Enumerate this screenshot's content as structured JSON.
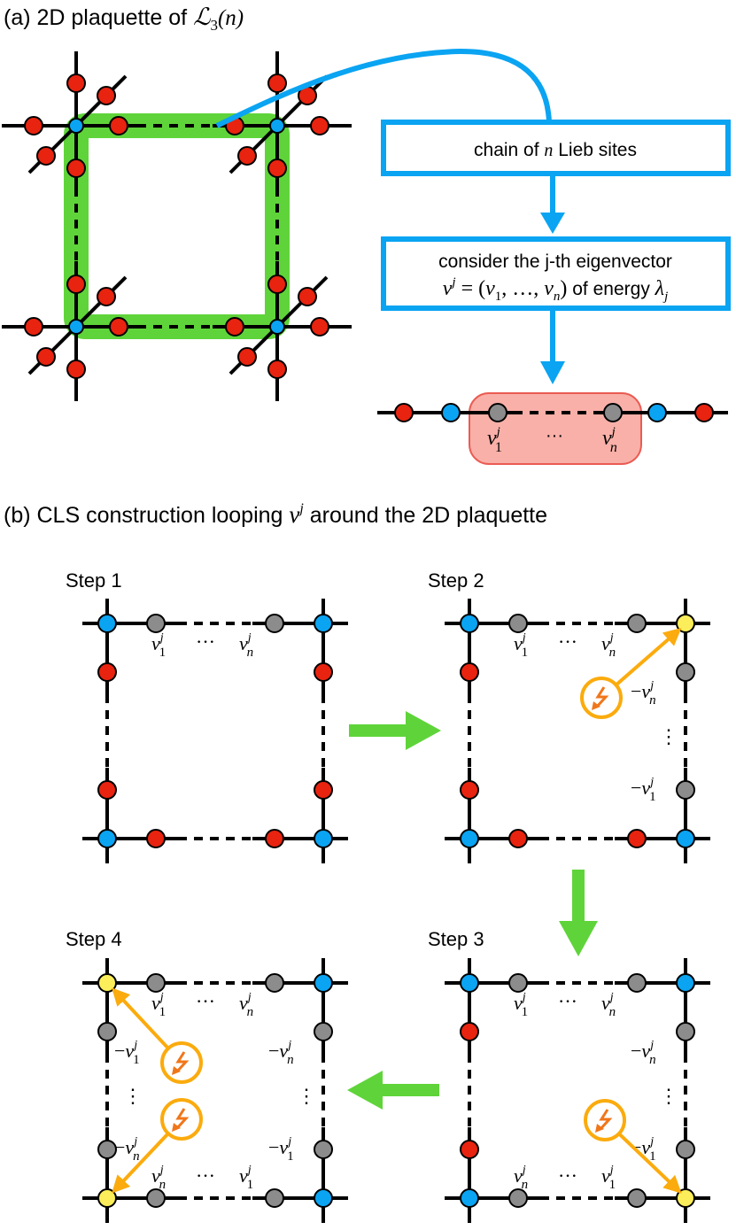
{
  "colors": {
    "green": "#5fd43a",
    "blue": "#0aa4f2",
    "red_site": "#e8230f",
    "blue_site": "#0aa4f2",
    "gray_site": "#8c8c8c",
    "yellow_site": "#fbee5a",
    "orange": "#fbab0d",
    "orange_dark": "#f0761a",
    "pink_fill": "#f9b0a8",
    "pink_stroke": "#ea5b52"
  },
  "panel_a": {
    "title_prefix": "(a) 2D plaquette of ",
    "title_symbol": "ℒ",
    "title_sub": "3",
    "title_arg": "(n)",
    "box1": {
      "text_pre": "chain of ",
      "text_var": "n",
      "text_post": " Lieb sites"
    },
    "box2": {
      "line1": "consider the j-th eigenvector",
      "line2_v": "v",
      "line2_sup": "j",
      "line2_eq": " = (",
      "line2_v1": "v",
      "line2_sub1": "1",
      "line2_mid": ", …, ",
      "line2_vn": "v",
      "line2_subn": "n",
      "line2_close": ")",
      "line2_energy": " of energy ",
      "line2_lambda": "λ",
      "line2_lambda_sub": "j"
    },
    "chain": {
      "sites": [
        "red",
        "blue",
        "gray",
        "gray",
        "blue",
        "red"
      ],
      "label_first": "v",
      "label_first_sub": "1",
      "label_sup": "j",
      "label_dots": "···",
      "label_last": "v",
      "label_last_sub": "n"
    }
  },
  "panel_b": {
    "title_prefix": "(b) CLS construction looping ",
    "title_v": "v",
    "title_sup": "j",
    "title_suffix": " around the 2D plaquette",
    "steps": [
      {
        "label": "Step 1"
      },
      {
        "label": "Step 2"
      },
      {
        "label": "Step 3"
      },
      {
        "label": "Step 4"
      }
    ],
    "labels": {
      "v": "v",
      "sup": "j",
      "sub1": "1",
      "subn": "n",
      "minus": "−",
      "hdots": "···",
      "vdots": "⋮"
    }
  }
}
